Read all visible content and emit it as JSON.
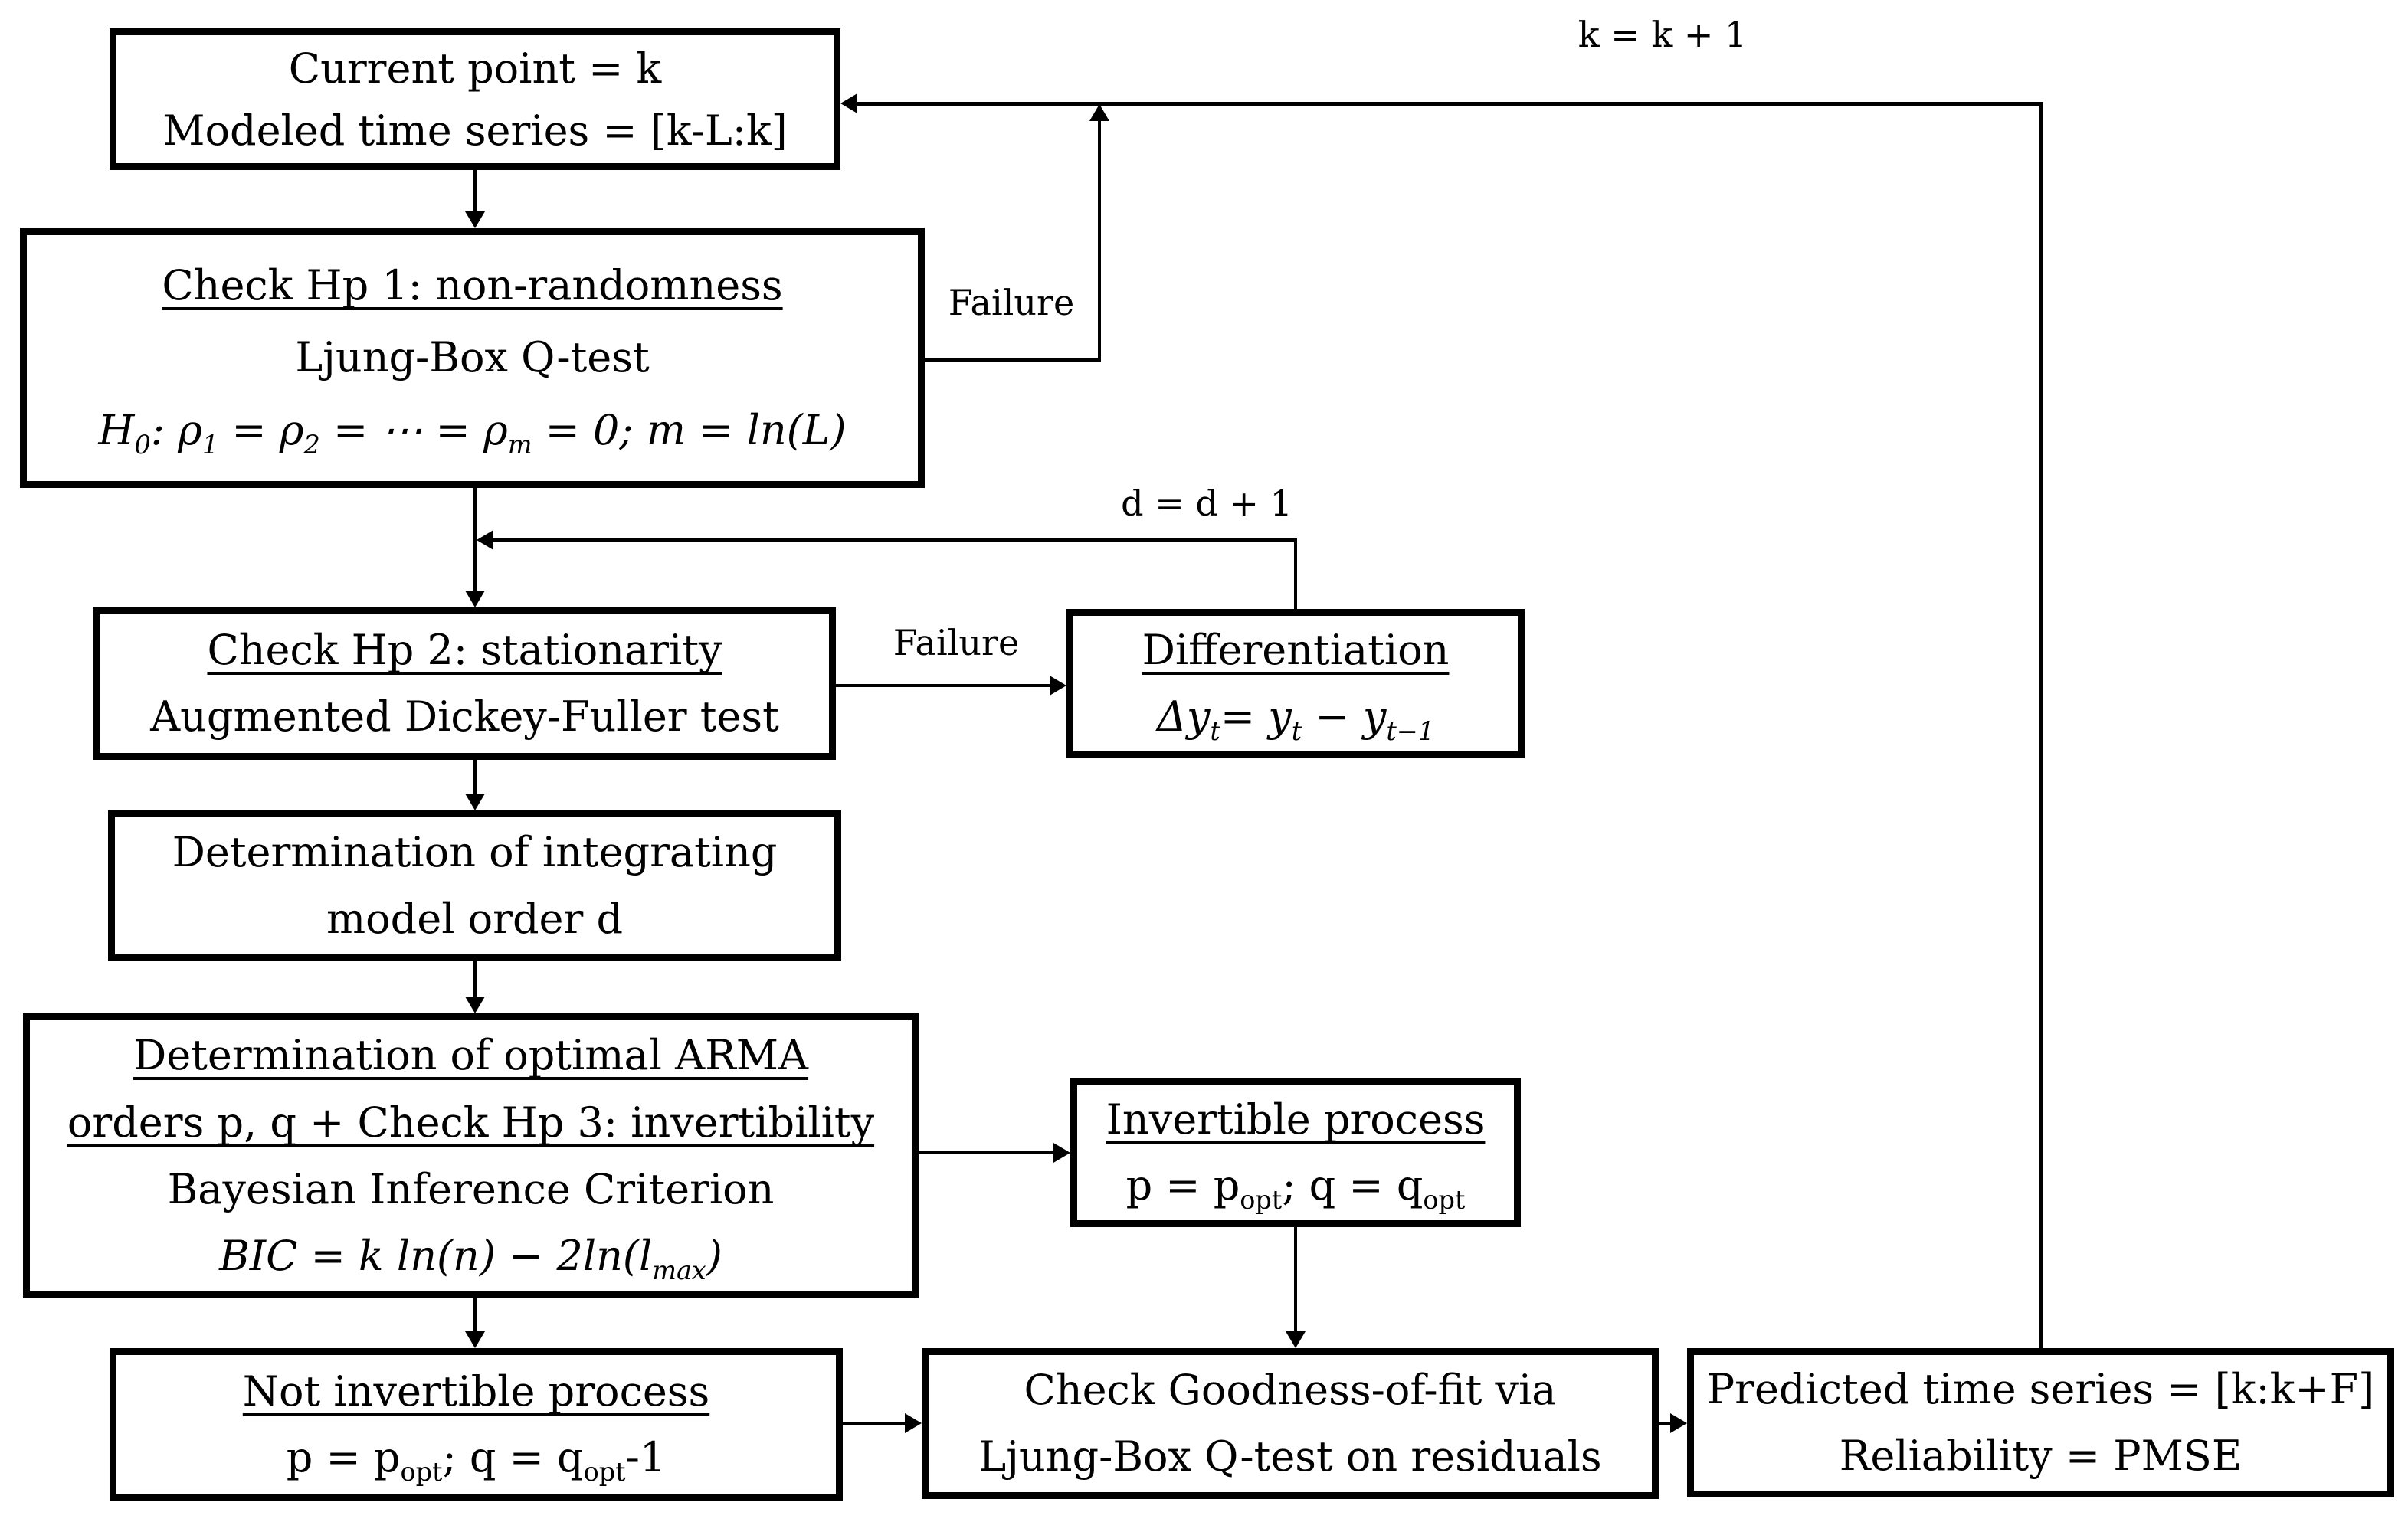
{
  "boxes": {
    "current": {
      "line1": "Current point = k",
      "line2": "Modeled time series = [k-L:k]"
    },
    "hp1": {
      "title": "Check Hp 1: non-randomness",
      "line2": "Ljung-Box Q-test",
      "formula": [
        {
          "t": "H",
          "i": true
        },
        {
          "t": "0",
          "s": true,
          "i": true
        },
        {
          "t": ": ",
          "i": true
        },
        {
          "t": "ρ",
          "i": true
        },
        {
          "t": "1",
          "s": true,
          "i": true
        },
        {
          "t": " = ",
          "i": true
        },
        {
          "t": "ρ",
          "i": true
        },
        {
          "t": "2",
          "s": true,
          "i": true
        },
        {
          "t": " = ⋯ = ",
          "i": true
        },
        {
          "t": "ρ",
          "i": true
        },
        {
          "t": "m",
          "s": true,
          "i": true
        },
        {
          "t": " = 0; ",
          "i": true
        },
        {
          "t": "m",
          "i": true
        },
        {
          "t": " = ",
          "i": true
        },
        {
          "t": "ln(L)",
          "i": true
        }
      ]
    },
    "hp2": {
      "title": "Check Hp 2: stationarity",
      "line2": "Augmented Dickey-Fuller test"
    },
    "diff": {
      "title": "Differentiation",
      "formula": [
        {
          "t": "Δ",
          "i": true
        },
        {
          "t": "y",
          "i": true
        },
        {
          "t": "t",
          "s": true,
          "i": true
        },
        {
          "t": "= ",
          "i": true
        },
        {
          "t": "y",
          "i": true
        },
        {
          "t": "t",
          "s": true,
          "i": true
        },
        {
          "t": " − ",
          "i": true
        },
        {
          "t": "y",
          "i": true
        },
        {
          "t": "t−1",
          "s": true,
          "i": true
        }
      ]
    },
    "integrating": {
      "line1": "Determination of integrating",
      "line2": "model order d"
    },
    "arma": {
      "title1": "Determination of optimal ARMA",
      "title2": "orders p, q + Check Hp 3: invertibility",
      "line3": "Bayesian Inference Criterion",
      "formula": [
        {
          "t": "BIC",
          "i": true
        },
        {
          "t": " = ",
          "i": true
        },
        {
          "t": "k ln(n) − 2ln(l",
          "i": true
        },
        {
          "t": "max",
          "s": true,
          "i": true
        },
        {
          "t": ")",
          "i": true
        }
      ]
    },
    "invertible": {
      "title": "Invertible process",
      "formula": [
        {
          "t": "p = p"
        },
        {
          "t": "opt",
          "s": true
        },
        {
          "t": "; q = q"
        },
        {
          "t": "opt",
          "s": true
        }
      ]
    },
    "not_invertible": {
      "title": "Not invertible process",
      "formula": [
        {
          "t": "p = p"
        },
        {
          "t": "opt",
          "s": true
        },
        {
          "t": "; q = q"
        },
        {
          "t": "opt",
          "s": true
        },
        {
          "t": "-1"
        }
      ]
    },
    "goodness": {
      "line1": "Check Goodness-of-fit via",
      "line2": "Ljung-Box Q-test on residuals"
    },
    "predicted": {
      "line1": "Predicted time series = [k:k+F]",
      "line2": "Reliability = PMSE"
    }
  },
  "labels": {
    "k_increment": "k = k + 1",
    "d_increment": "d = d + 1",
    "failure_nonrandomness": "Failure",
    "failure_stationarity": "Failure"
  },
  "colors": {
    "line": "#000000",
    "background": "#ffffff"
  }
}
